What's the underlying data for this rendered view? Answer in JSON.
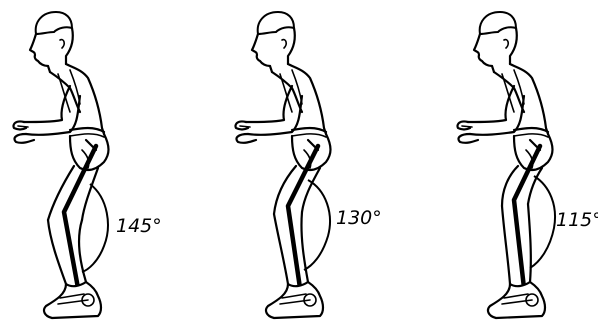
{
  "figures": [
    {
      "angle_label": "145°"
    },
    {
      "angle_label": "130°"
    },
    {
      "angle_label": "115°"
    }
  ]
}
